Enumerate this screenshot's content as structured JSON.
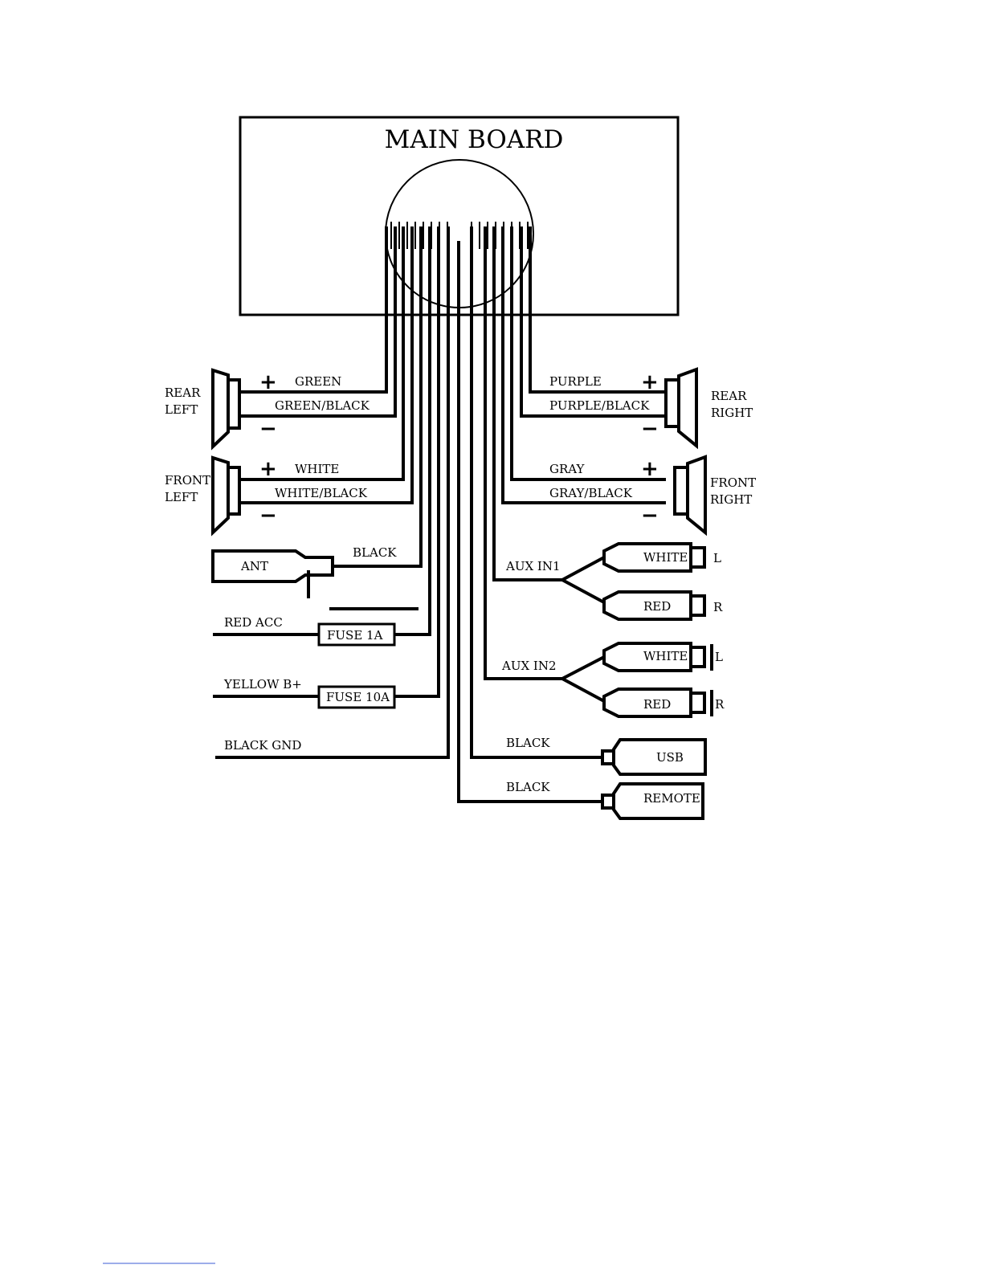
{
  "title": "MAIN BOARD",
  "speakers": {
    "rear_left": {
      "line1": "REAR",
      "line2": "LEFT",
      "plus_wire": "GREEN",
      "minus_wire": "GREEN/BLACK"
    },
    "front_left": {
      "line1": "FRONT",
      "line2": "LEFT",
      "plus_wire": "WHITE",
      "minus_wire": "WHITE/BLACK"
    },
    "rear_right": {
      "line1": "REAR",
      "line2": "RIGHT",
      "plus_wire": "PURPLE",
      "minus_wire": "PURPLE/BLACK"
    },
    "front_right": {
      "line1": "FRONT",
      "line2": "RIGHT",
      "plus_wire": "GRAY",
      "minus_wire": "GRAY/BLACK"
    },
    "plus_sign": "+",
    "minus_sign": "−"
  },
  "antenna": {
    "label": "ANT",
    "wire": "BLACK"
  },
  "power": {
    "acc_label": "RED ACC",
    "acc_fuse": "FUSE 1A",
    "batt_label": "YELLOW B+",
    "batt_fuse": "FUSE 10A",
    "gnd_label": "BLACK GND"
  },
  "aux": {
    "in1": {
      "label": "AUX IN1",
      "left_plug": "WHITE",
      "right_plug": "RED",
      "left_mark": "L",
      "right_mark": "R"
    },
    "in2": {
      "label": "AUX IN2",
      "left_plug": "WHITE",
      "right_plug": "RED",
      "left_mark": "L",
      "right_mark": "R"
    }
  },
  "usb": {
    "wire": "BLACK",
    "label": "USB"
  },
  "remote": {
    "wire": "BLACK",
    "label": "REMOTE"
  }
}
